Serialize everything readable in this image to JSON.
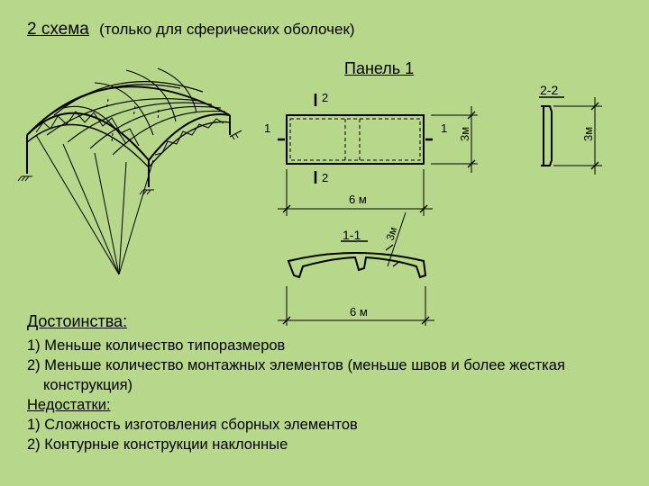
{
  "header": {
    "title": "2 схема",
    "subtitle": "(только для сферических оболочек)"
  },
  "panel": {
    "label": "Панель 1",
    "section_1": "1",
    "section_2": "2",
    "section_22": "2-2",
    "section_11": "1-1",
    "dim_3m": "3м",
    "dim_6m": "6 м"
  },
  "advantages": {
    "heading": "Достоинства:",
    "items": [
      "1) Меньше количество типоразмеров",
      "2) Меньше количество монтажных элементов (меньше швов и более жесткая",
      "конструкция)"
    ]
  },
  "disadvantages": {
    "heading": "Недостатки:",
    "items": [
      "1) Сложность изготовления сборных элементов",
      "2) Контурные конструкции наклонные"
    ]
  },
  "colors": {
    "background": "#b7d88a",
    "line": "#000000"
  }
}
